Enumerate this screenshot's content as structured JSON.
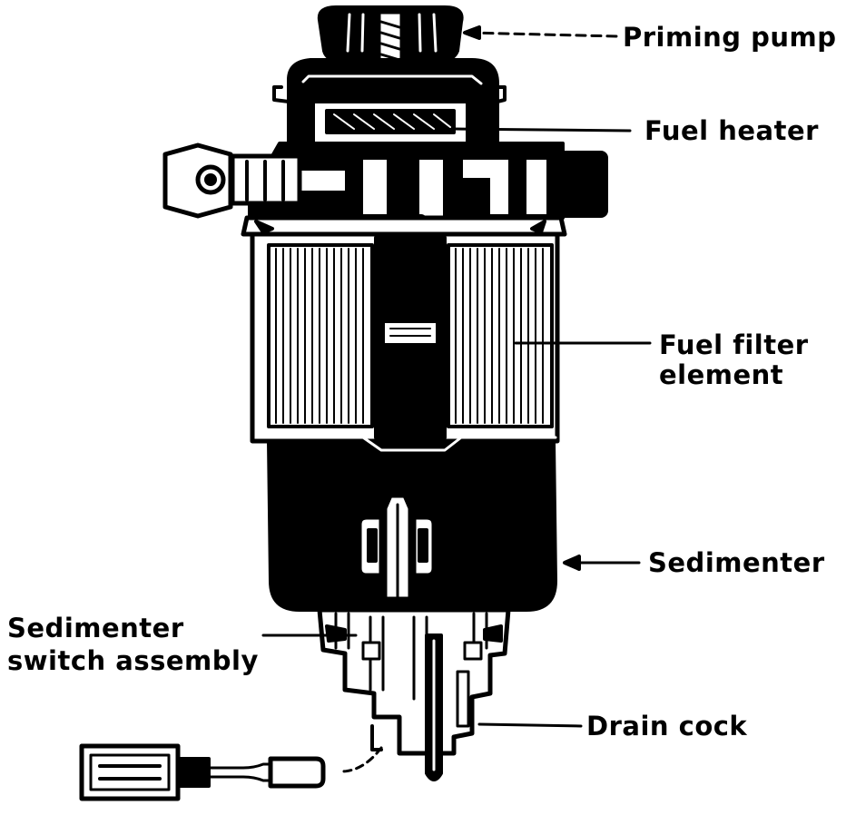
{
  "labels": {
    "priming_pump": "Priming pump",
    "fuel_heater": "Fuel heater",
    "fuel_filter_line1": "Fuel filter",
    "fuel_filter_line2": "element",
    "sedimenter": "Sedimenter",
    "switch_line1": "Sedimenter",
    "switch_line2": "switch assembly",
    "drain_cock": "Drain cock"
  },
  "colors": {
    "ink": "#000000",
    "paper": "#ffffff"
  }
}
